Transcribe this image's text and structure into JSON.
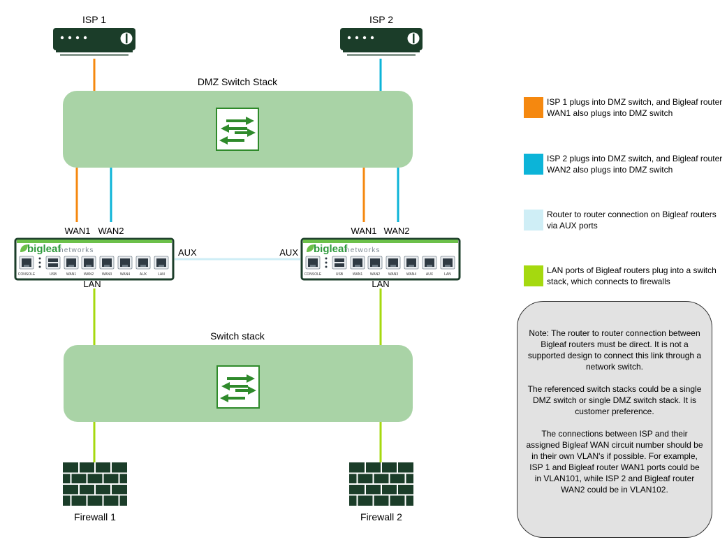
{
  "isp": [
    {
      "label": "ISP 1"
    },
    {
      "label": "ISP 2"
    }
  ],
  "dmz_switch": {
    "label": "DMZ Switch Stack"
  },
  "lan_switch": {
    "label": "Switch stack"
  },
  "routers": [
    {
      "brand": "bigleaf",
      "brand_suffix": "networks",
      "wan1_label": "WAN1",
      "wan2_label": "WAN2",
      "aux_label": "AUX",
      "lan_label": "LAN",
      "ports": [
        "CONSOLE",
        "USB",
        "WAN1",
        "WAN2",
        "WAN3",
        "WAN4",
        "AUX",
        "LAN"
      ]
    },
    {
      "brand": "bigleaf",
      "brand_suffix": "networks",
      "wan1_label": "WAN1",
      "wan2_label": "WAN2",
      "aux_label": "AUX",
      "lan_label": "LAN",
      "ports": [
        "CONSOLE",
        "USB",
        "WAN1",
        "WAN2",
        "WAN3",
        "WAN4",
        "AUX",
        "LAN"
      ]
    }
  ],
  "firewalls": [
    {
      "label": "Firewall 1"
    },
    {
      "label": "Firewall 2"
    }
  ],
  "legend": [
    {
      "color": "#f5880f",
      "text": "ISP 1 plugs into DMZ switch, and Bigleaf router WAN1 also plugs into DMZ switch"
    },
    {
      "color": "#0cb4d8",
      "text": "ISP 2 plugs into DMZ switch, and Bigleaf router WAN2 also plugs into DMZ switch"
    },
    {
      "color": "#cfeef6",
      "text": "Router to router connection on Bigleaf routers via AUX ports"
    },
    {
      "color": "#a5d90f",
      "text": "LAN ports of Bigleaf routers plug into a switch stack, which connects to firewalls"
    }
  ],
  "note": {
    "paragraphs": [
      "Note: The router to router connection between Bigleaf routers must be direct. It is not a supported design to connect this link through a network switch.",
      "The referenced switch stacks could be a single DMZ switch or single DMZ switch stack. It is customer preference.",
      "The connections between ISP and their assigned Bigleaf WAN circuit number should be in their own VLAN's if possible. For example, ISP 1 and Bigleaf router WAN1 ports could be in VLAN101, while ISP 2 and Bigleaf router WAN2 could be in VLAN102."
    ]
  },
  "colors": {
    "isp1": "#f5880f",
    "isp2": "#0cb4d8",
    "aux": "#cfeef6",
    "lan": "#a5d90f",
    "switch_fill": "#a9d3a6",
    "dark_green": "#1b3d29",
    "icon_green": "#2f8a2b"
  }
}
